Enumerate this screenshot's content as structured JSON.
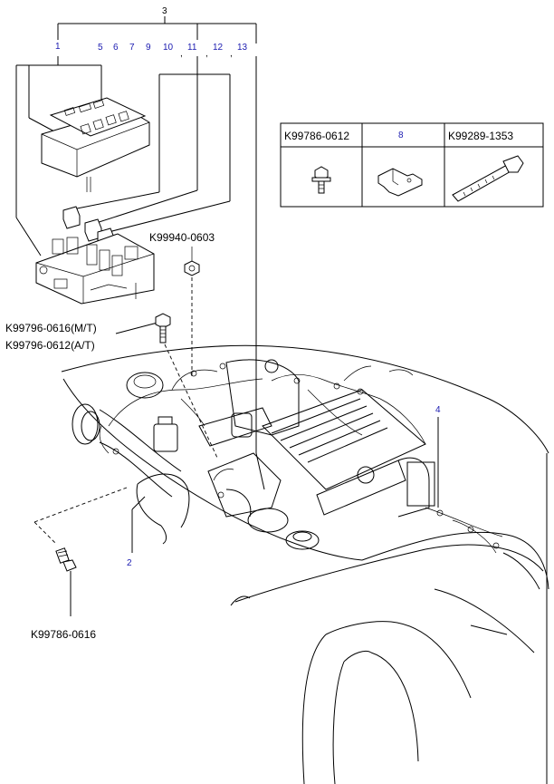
{
  "callouts": {
    "c1": "1",
    "c2": "2",
    "c3": "3",
    "c4": "4",
    "c5": "5",
    "c6": "6",
    "c7": "7",
    "c8": "8",
    "c9": "9",
    "c10": "10",
    "c11": "11",
    "c12": "12",
    "c13": "13"
  },
  "parts": {
    "k99940_0603": "K99940-0603",
    "k99796_0616_mt": "K99796-0616(M/T)",
    "k99796_0612_at": "K99796-0612(A/T)",
    "k99786_0616": "K99786-0616"
  },
  "table": {
    "headers": [
      "K99786-0612",
      "8",
      "K99289-1353"
    ]
  },
  "colors": {
    "line": "#000000",
    "callout_blue": "#1a1ab0",
    "paper": "#ffffff"
  }
}
